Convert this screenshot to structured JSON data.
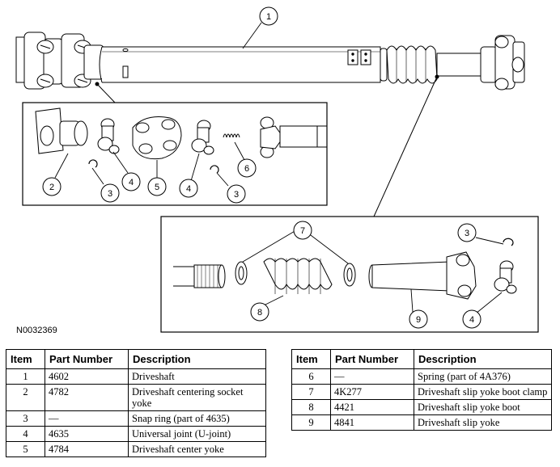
{
  "callouts": [
    "1",
    "2",
    "3",
    "4",
    "5",
    "4",
    "6",
    "3",
    "7",
    "3",
    "8",
    "9",
    "4"
  ],
  "figure_code": "N0032369",
  "table_headers": {
    "item": "Item",
    "part_number": "Part Number",
    "description": "Description"
  },
  "parts_left": [
    {
      "item": "1",
      "part": "4602",
      "desc": "Driveshaft"
    },
    {
      "item": "2",
      "part": "4782",
      "desc": "Driveshaft centering socket yoke"
    },
    {
      "item": "3",
      "part": "—",
      "desc": "Snap ring (part of 4635)"
    },
    {
      "item": "4",
      "part": "4635",
      "desc": "Universal joint (U-joint)"
    },
    {
      "item": "5",
      "part": "4784",
      "desc": "Driveshaft center yoke"
    }
  ],
  "parts_right": [
    {
      "item": "6",
      "part": "—",
      "desc": "Spring (part of 4A376)"
    },
    {
      "item": "7",
      "part": "4K277",
      "desc": "Driveshaft slip yoke boot clamp"
    },
    {
      "item": "8",
      "part": "4421",
      "desc": "Driveshaft slip yoke boot"
    },
    {
      "item": "9",
      "part": "4841",
      "desc": "Driveshaft slip yoke"
    }
  ]
}
